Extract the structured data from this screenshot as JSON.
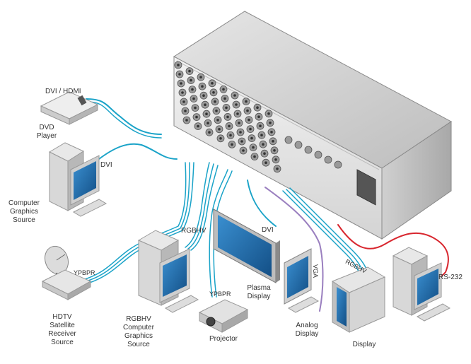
{
  "colors": {
    "cable_blue": "#1aa3c8",
    "rs232_red": "#d8262e",
    "vga_purple": "#9a7fbf",
    "device_grey": "#d9d9d9",
    "device_dark": "#8a8a8a",
    "screen_blue": "#1e6fb0"
  },
  "labels": {
    "dvi_hdmi": "DVI / HDMI",
    "dvd_player_1": "DVD",
    "dvd_player_2": "Player",
    "dvi_1": "DVI",
    "computer_graphics_1": "Computer",
    "computer_graphics_2": "Graphics",
    "computer_graphics_3": "Source",
    "ypbpr_1": "YPBPR",
    "hdtv_1": "HDTV",
    "hdtv_2": "Satellite",
    "hdtv_3": "Receiver",
    "hdtv_4": "Source",
    "rgbhv_1": "RGBHV",
    "rgbhv_src_1": "RGBHV",
    "rgbhv_src_2": "Computer",
    "rgbhv_src_3": "Graphics",
    "rgbhv_src_4": "Source",
    "dvi_2": "DVI",
    "ypbpr_2": "YPBPR",
    "projector": "Projector",
    "plasma_1": "Plasma",
    "plasma_2": "Display",
    "vga": "VGA",
    "analog_1": "Analog",
    "analog_2": "Display",
    "rgbhv_2": "RGBHV",
    "display": "Display",
    "rs232": "RS-232"
  }
}
